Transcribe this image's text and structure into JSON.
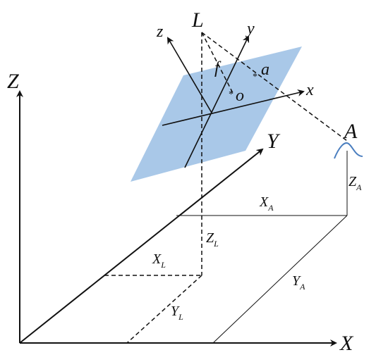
{
  "labels": {
    "world_z": "Z",
    "world_y": "Y",
    "world_x": "X",
    "cam_z": "z",
    "cam_y": "y",
    "cam_x": "x",
    "perspective_center": "L",
    "focal_length": "f",
    "principal_point": "o",
    "image_point": "a",
    "ground_point": "A",
    "za_base": "Z",
    "za_sub": "A",
    "xa_base": "X",
    "xa_sub": "A",
    "ya_base": "Y",
    "ya_sub": "A",
    "zl_base": "Z",
    "zl_sub": "L",
    "xl_base": "X",
    "xl_sub": "L",
    "yl_base": "Y",
    "yl_sub": "L"
  },
  "colors": {
    "image_plane": "#a9c8e8",
    "terrain_curve": "#4a7ebf",
    "ink": "#111111"
  }
}
